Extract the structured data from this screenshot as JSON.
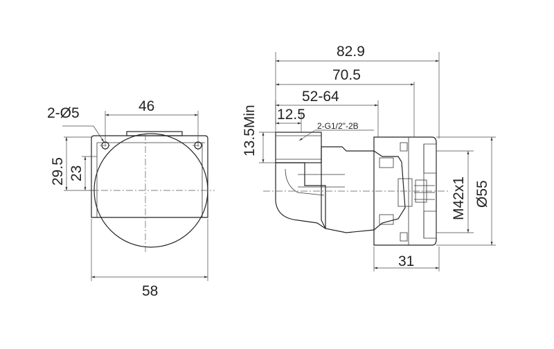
{
  "front_view": {
    "hole_callout": "2-Ø5",
    "hole_spacing": "46",
    "overall_height": "29.5",
    "center_height": "23",
    "overall_width": "58"
  },
  "side_view": {
    "overall_length": "82.9",
    "length_to_flange": "70.5",
    "adjustable_range": "52-64",
    "thread_offset": "12.5",
    "thread_callout": "2-G1/2\"-2B",
    "min_thread_length": "13.5Min",
    "nut_thread": "M42x1",
    "nut_diameter": "Ø55",
    "nut_length": "31"
  }
}
